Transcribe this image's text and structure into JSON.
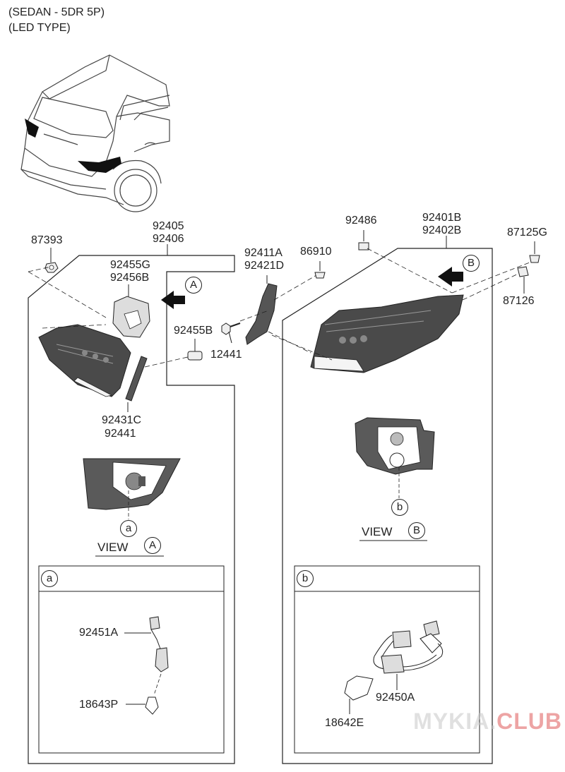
{
  "header": {
    "line1": "(SEDAN - 5DR 5P)",
    "line2": "(LED TYPE)"
  },
  "parts": {
    "p87393": "87393",
    "p92405": "92405",
    "p92406": "92406",
    "p92455G": "92455G",
    "p92456B": "92456B",
    "p92455B": "92455B",
    "p12441": "12441",
    "p92431C": "92431C",
    "p92441": "92441",
    "p92411A": "92411A",
    "p92421D": "92421D",
    "p86910": "86910",
    "p92486": "92486",
    "p92401B": "92401B",
    "p92402B": "92402B",
    "p87125G": "87125G",
    "p87126": "87126",
    "p92451A": "92451A",
    "p18643P": "18643P",
    "p92450A": "92450A",
    "p18642E": "18642E"
  },
  "callouts": {
    "A": "A",
    "B": "B",
    "a": "a",
    "b": "b"
  },
  "views": {
    "view_word": "VIEW"
  },
  "watermark": {
    "part1": "MYKIA.",
    "part2": "CLUB"
  },
  "colors": {
    "line": "#222222",
    "lamp_dark": "#3a3a3a",
    "lamp_mid": "#6a6a6a",
    "lens_white": "#f2f2f2",
    "watermark_red": "#e05a5a"
  }
}
